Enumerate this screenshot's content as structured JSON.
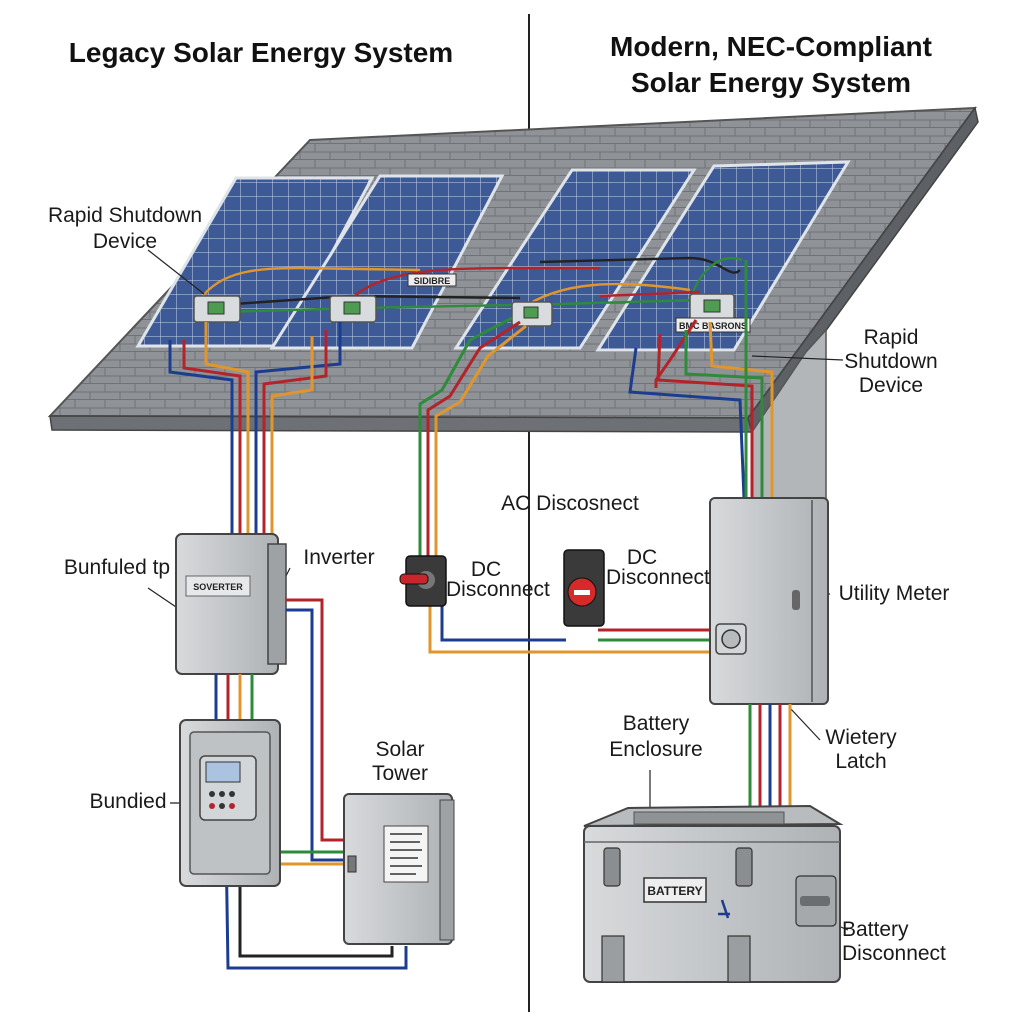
{
  "titles": {
    "left": "Legacy Solar Energy System",
    "right_line1": "Modern, NEC-Compliant",
    "right_line2": "Solar Energy System"
  },
  "labels": {
    "rsd_left_line1": "Rapid Shutdown",
    "rsd_left_line2": "Device",
    "rsd_right_line1": "Rapid",
    "rsd_right_line2": "Shutdown",
    "rsd_right_line3": "Device",
    "bundled_to": "Bunfuled tp",
    "inverter": "Inverter",
    "inverter_box_text": "SOVERTER",
    "bundied": "Bundied",
    "solar_tower_line1": "Solar",
    "solar_tower_line2": "Tower",
    "dc_left_line1": "DC",
    "dc_left_line2": "Disconnect",
    "ac_disconnect": "AC Discosnect",
    "dc_right_line1": "DC",
    "dc_right_line2": "Disconnect",
    "utility_meter": "Utility Meter",
    "battery_enclosure_line1": "Battery",
    "battery_enclosure_line2": "Enclosure",
    "wietery_latch_line1": "Wietery",
    "wietery_latch_line2": "Latch",
    "battery_box_text": "BATTERY",
    "battery_disconnect_line1": "Battery",
    "battery_disconnect_line2": "Disconnect",
    "roof_tag_right": "BMC BASRONS",
    "roof_tag_mid": "SIDIBRE"
  },
  "colors": {
    "wire_red": "#b5232a",
    "wire_blue": "#1c3d8f",
    "wire_green": "#2e8b3a",
    "wire_orange": "#e0962c",
    "roof": "#8f9397",
    "panel": "#35508a",
    "enclosure": "#c9ccce"
  }
}
